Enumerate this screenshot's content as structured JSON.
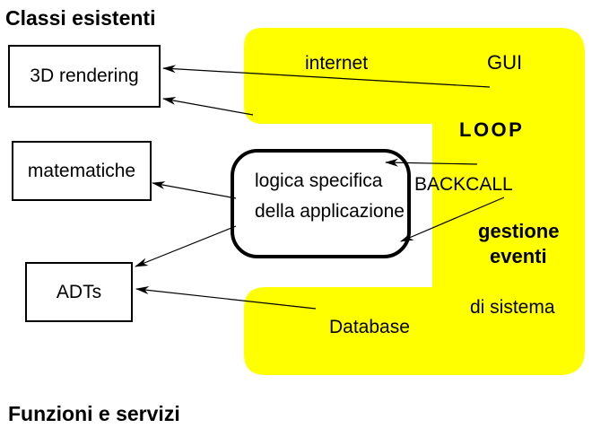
{
  "page": {
    "title": "Classi esistenti",
    "footer": "Funzioni e servizi"
  },
  "existing_classes": {
    "rendering_3d": "3D rendering",
    "matematiche": "matematiche",
    "adts": "ADTs"
  },
  "application_logic": {
    "line1": "logica specifica",
    "line2": "della applicazione"
  },
  "services": {
    "internet": "internet",
    "gui": "GUI",
    "loop": "LOOP",
    "backcall": "BACKCALL",
    "gestione": "gestione",
    "eventi": "eventi",
    "di_sistema": "di sistema",
    "database": "Database"
  },
  "colors": {
    "highlight": "#FFFF00",
    "ink": "#000000",
    "background": "#FFFFFF"
  },
  "arrows": [
    {
      "from": "GUI",
      "to": "3D rendering"
    },
    {
      "from": "internet",
      "to": "3D rendering"
    },
    {
      "from": "LOOP",
      "to": "logica specifica della applicazione"
    },
    {
      "from": "BACKCALL",
      "to": "logica specifica della applicazione"
    },
    {
      "from": "logica specifica della applicazione",
      "to": "matematiche"
    },
    {
      "from": "logica specifica della applicazione",
      "to": "ADTs"
    },
    {
      "from": "Database",
      "to": "ADTs"
    }
  ]
}
